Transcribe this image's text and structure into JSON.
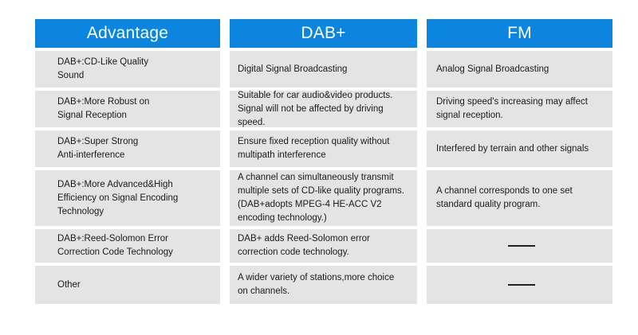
{
  "colors": {
    "header_blue": "#0b85dd",
    "cell_gray": "#e4e4e4",
    "page_background": "#ffffff",
    "text": "#1b1b1b"
  },
  "table": {
    "columns": [
      {
        "key": "advantage",
        "header": "Advantage",
        "cells": [
          {
            "lines": [
              "DAB+:CD-Like Quality",
              "Sound"
            ]
          },
          {
            "lines": [
              "DAB+:More Robust on",
              "Signal Reception"
            ]
          },
          {
            "lines": [
              "DAB+:Super Strong",
              "Anti-interference"
            ]
          },
          {
            "lines": [
              "DAB+:More Advanced&High",
              "Efficiency on Signal Encoding",
              "Technology"
            ]
          },
          {
            "lines": [
              "DAB+:Reed-Solomon Error",
              "Correction Code Technology"
            ]
          },
          {
            "lines": [
              "Other"
            ]
          }
        ]
      },
      {
        "key": "dab_plus",
        "header": "DAB+",
        "cells": [
          {
            "lines": [
              "Digital Signal Broadcasting"
            ]
          },
          {
            "lines": [
              "Suitable for car audio&video products.",
              "Signal will not be affected by driving",
              "speed."
            ]
          },
          {
            "lines": [
              "Ensure fixed reception quality without",
              "multipath interference"
            ]
          },
          {
            "lines": [
              "A channel can simultaneously transmit",
              "multiple sets of CD-like quality programs.",
              "(DAB+adopts MPEG-4 HE-ACC V2",
              "encoding technology.)"
            ]
          },
          {
            "lines": [
              "DAB+ adds Reed-Solomon error",
              "correction code technology."
            ]
          },
          {
            "lines": [
              "A wider variety of stations,more choice",
              "on channels."
            ]
          }
        ]
      },
      {
        "key": "fm",
        "header": "FM",
        "cells": [
          {
            "lines": [
              "Analog Signal Broadcasting"
            ]
          },
          {
            "lines": [
              "Driving speed's increasing may affect",
              "signal reception."
            ]
          },
          {
            "lines": [
              "Interfered by terrain and other signals"
            ]
          },
          {
            "lines": [
              "A channel corresponds to one set",
              "standard quality program."
            ]
          },
          {
            "dash": true,
            "lines": []
          },
          {
            "dash": true,
            "lines": []
          }
        ]
      }
    ]
  }
}
